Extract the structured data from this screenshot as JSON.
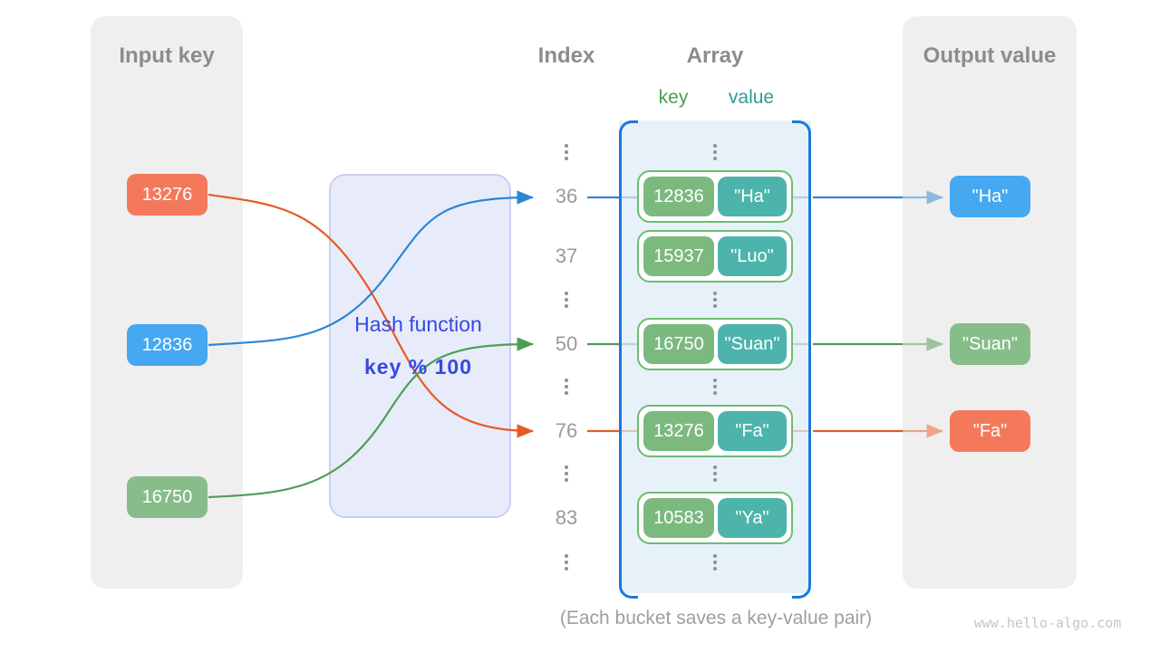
{
  "headers": {
    "input_title": "Input key",
    "index_title": "Index",
    "array_title": "Array",
    "key_label": "key",
    "value_label": "value",
    "output_title": "Output value"
  },
  "hash": {
    "name": "Hash function",
    "formula": "key % 100"
  },
  "inputs": [
    {
      "value": "13276",
      "color": "#F4795B"
    },
    {
      "value": "12836",
      "color": "#45A8F1"
    },
    {
      "value": "16750",
      "color": "#88BC8A"
    }
  ],
  "rows": [
    {
      "index": "36",
      "key": "12836",
      "value": "\"Ha\""
    },
    {
      "index": "37",
      "key": "15937",
      "value": "\"Luo\""
    },
    {
      "index": "50",
      "key": "16750",
      "value": "\"Suan\""
    },
    {
      "index": "76",
      "key": "13276",
      "value": "\"Fa\""
    },
    {
      "index": "83",
      "key": "10583",
      "value": "\"Ya\""
    }
  ],
  "outputs": [
    {
      "value": "\"Ha\"",
      "color": "#45A8F1"
    },
    {
      "value": "\"Suan\"",
      "color": "#88BC8A"
    },
    {
      "value": "\"Fa\"",
      "color": "#F4795B"
    }
  ],
  "caption": "(Each bucket saves a key-value pair)",
  "watermark": "www.hello-algo.com",
  "colors": {
    "panel_gray": "#EFEFEF",
    "hash_fill": "#E8ECFA",
    "hash_border": "#C9CEF4",
    "hash_text": "#3649E3",
    "array_fill": "#E6F1FA",
    "bracket_blue": "#1B79D8",
    "bucket_border": "#6CBE70",
    "key_green": "#7CB97F",
    "value_teal": "#4CB4AB",
    "arrow_blue": "#2E86D3",
    "arrow_green": "#4F9D55",
    "arrow_orange": "#E55B24",
    "label_key_green": "#46A24E",
    "label_value_teal": "#2F9D94",
    "header_gray": "#8C8C8C"
  }
}
